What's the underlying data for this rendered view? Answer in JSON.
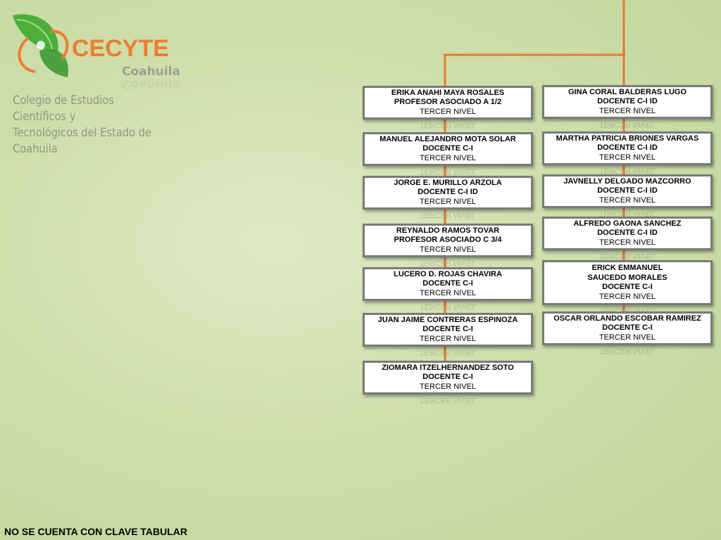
{
  "logo": {
    "brand": "CECYTE",
    "region": "Coahuila",
    "institution_lines": [
      "Colegio de Estudios Científicos y",
      "Tecnológicos del Estado de Coahuila"
    ]
  },
  "colors": {
    "connector": "#e8772d",
    "card_border": "#7a7a7a",
    "brand_orange": "#ee7d2f",
    "leaf_green": "#4caf3c"
  },
  "chart_data": {
    "type": "org-chart",
    "columns": [
      {
        "members": [
          {
            "name": "ERIKA ANAHI MAYA ROSALES",
            "position": "PROFESOR ASOCIADO A 1/2",
            "level": "TERCER NIVEL"
          },
          {
            "name": "MANUEL ALEJANDRO MOTA SOLAR",
            "position": "DOCENTE C-I",
            "level": "TERCER NIVEL"
          },
          {
            "name": "JORGE E. MURILLO ARZOLA",
            "position": "DOCENTE C-I ID",
            "level": "TERCER NIVEL"
          },
          {
            "name": "REYNALDO RAMOS TOVAR",
            "position": "PROFESOR ASOCIADO C 3/4",
            "level": "TERCER NIVEL"
          },
          {
            "name": "LUCERO D. ROJAS CHAVIRA",
            "position": "DOCENTE C-I",
            "level": "TERCER NIVEL"
          },
          {
            "name": "JUAN JAIME CONTRERAS ESPINOZA",
            "position": "DOCENTE C-I",
            "level": "TERCER NIVEL"
          },
          {
            "name": "ZIOMARA ITZELHERNANDEZ SOTO",
            "position": "DOCENTE C-I",
            "level": "TERCER NIVEL"
          }
        ]
      },
      {
        "members": [
          {
            "name": "GINA CORAL BALDERAS LUGO",
            "position": "DOCENTE C-I ID",
            "level": "TERCER NIVEL"
          },
          {
            "name": "MARTHA PATRICIA BRIONES VARGAS",
            "position": "DOCENTE C-I ID",
            "level": "TERCER NIVEL"
          },
          {
            "name": "JAVNELLY DELGADO MAZCORRO",
            "position": "DOCENTE C-I ID",
            "level": "TERCER NIVEL"
          },
          {
            "name": "ALFREDO GAONA SANCHEZ",
            "position": "DOCENTE C-I ID",
            "level": "TERCER NIVEL"
          },
          {
            "name": "ERICK EMMANUEL SAUCEDO MORALES",
            "name_lines": [
              "ERICK EMMANUEL",
              "SAUCEDO MORALES"
            ],
            "position": "DOCENTE C-I",
            "level": "TERCER NIVEL"
          },
          {
            "name": "OSCAR ORLANDO ESCOBAR RAMIREZ",
            "position": "DOCENTE C-I",
            "level": "TERCER NIVEL"
          }
        ]
      }
    ]
  },
  "footnote": "NO SE CUENTA CON CLAVE TABULAR"
}
